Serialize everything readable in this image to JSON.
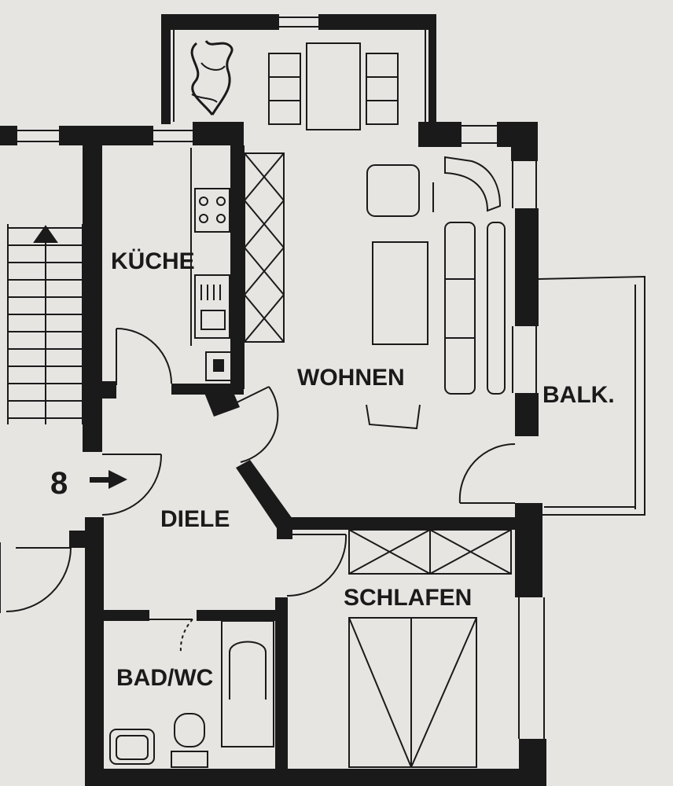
{
  "rooms": {
    "kitchen": "KÜCHE",
    "living": "WOHNEN",
    "balcony": "BALK.",
    "hall": "DIELE",
    "bedroom": "SCHLAFEN",
    "bath": "BAD/WC"
  },
  "entrance": {
    "unit_number": "8",
    "arrow": "right-arrow-icon"
  },
  "colors": {
    "paper": "#e7e5e2",
    "ink": "#1a1a1a"
  }
}
